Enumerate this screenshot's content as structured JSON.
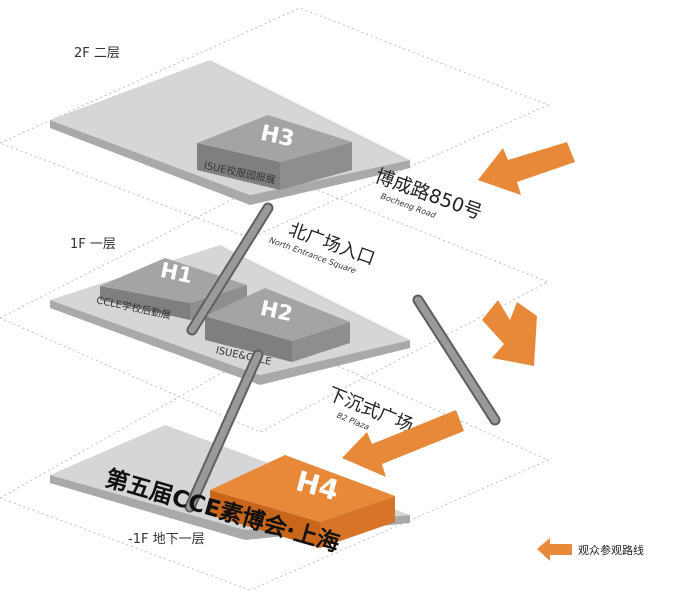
{
  "floors": {
    "f2": {
      "label": "2F 二层"
    },
    "f1": {
      "label": "1F 一层"
    },
    "b1": {
      "label": "-1F 地下一层"
    }
  },
  "halls": {
    "h3": {
      "name": "H3",
      "caption": "ISUE校服园服展"
    },
    "h1": {
      "name": "H1",
      "caption": "CCLE学校后勤展"
    },
    "h2": {
      "name": "H2",
      "caption": "ISUE&CCLE"
    },
    "h4": {
      "name": "H4"
    }
  },
  "street": {
    "name_cn": "博成路850号",
    "name_en": "Bocheng Road"
  },
  "north_entrance": {
    "name_cn": "北广场入口",
    "name_en": "North Entrance Square"
  },
  "sunken_plaza": {
    "name_cn": "下沉式广场",
    "name_en": "B2 Plaza"
  },
  "event_title": "第五届CCE素博会·上海",
  "legend": {
    "route_label": "观众参观路线"
  },
  "colors": {
    "accent_orange": "#e8893a",
    "slab_gray": "#d3d3d3",
    "hall_gray": "#9b9b9b",
    "tube_gray": "#8a8a8a"
  }
}
